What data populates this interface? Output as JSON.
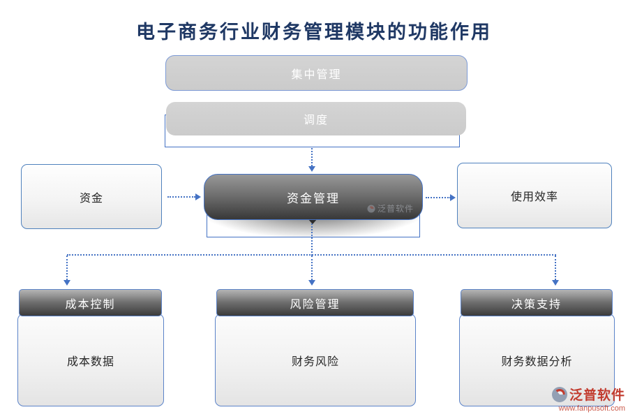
{
  "title": "电子商务行业财务管理模块的功能作用",
  "diagram": {
    "top_box": "集中管理",
    "dispatch_box": "调度",
    "funds_box": "资金",
    "center_box": "资金管理",
    "efficiency_box": "使用效率",
    "bottom": [
      {
        "header": "成本控制",
        "body": "成本数据"
      },
      {
        "header": "风险管理",
        "body": "财务风险"
      },
      {
        "header": "决策支持",
        "body": "财务数据分析"
      }
    ]
  },
  "watermark": {
    "text": "泛普软件"
  },
  "logo": {
    "brand": "泛普软件",
    "url": "www.fanpusoft.com"
  },
  "colors": {
    "title_text": "#1f3864",
    "connector_blue": "#4472c4",
    "border_blue": "#4f81bd",
    "gray_box_fill": "#cfcfcf",
    "dark_header_bottom": "#3b3b3b",
    "logo_red": "#c23b2e"
  }
}
